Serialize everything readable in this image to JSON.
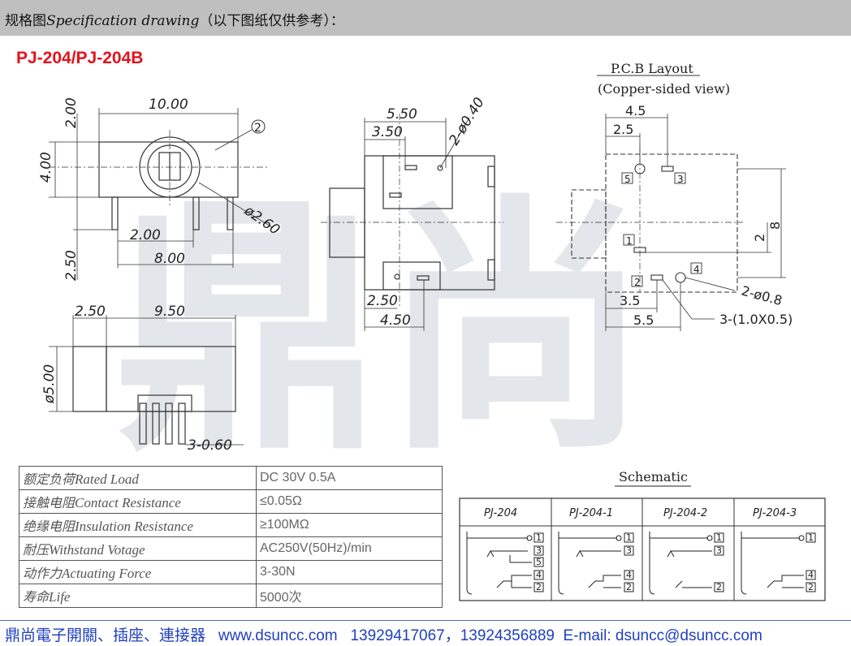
{
  "header": {
    "title_zh": "规格图",
    "title_en": "Specification drawing",
    "note": "（以下图纸仅供参考）："
  },
  "model": "PJ-204/PJ-204B",
  "watermark": "鼎尚",
  "front_view": {
    "dim_width": "10.00",
    "dim_top": "2.00",
    "dim_body": "4.00",
    "dim_bottom": "2.50",
    "dim_pin_span": "2.00",
    "dim_pin_outer": "8.00",
    "dim_hole": "ø2.60",
    "callout": "2"
  },
  "top_view": {
    "dim_a": "5.50",
    "dim_b": "3.50",
    "dim_hole": "2-ø0.40",
    "dim_c": "2.50",
    "dim_d": "4.50"
  },
  "side_view": {
    "dim_head": "2.50",
    "dim_length": "9.50",
    "dim_dia": "ø5.00",
    "dim_pins": "3-0.60"
  },
  "pcb": {
    "title": "P.C.B Layout",
    "subtitle": "(Copper-sided view)",
    "dim_top_a": "4.5",
    "dim_top_b": "2.5",
    "dim_height": "8",
    "dim_mid": "2",
    "dim_hole": "2-ø0.8",
    "dim_bot_a": "3.5",
    "dim_bot_b": "5.5",
    "dim_slots": "3-(1.0X0.5)",
    "pins": [
      "5",
      "3",
      "1",
      "2",
      "4"
    ]
  },
  "specs": [
    {
      "zh": "额定负荷",
      "en": "Rated Load",
      "value": "DC 30V 0.5A"
    },
    {
      "zh": "接触电阻",
      "en": "Contact Resistance",
      "value": "≤0.05Ω"
    },
    {
      "zh": "绝缘电阻",
      "en": "Insulation Resistance",
      "value": "≥100MΩ"
    },
    {
      "zh": "耐压",
      "en": "Withstand Votage",
      "value": "AC250V(50Hz)/min"
    },
    {
      "zh": "动作力",
      "en": "Actuating Force",
      "value": "3-30N"
    },
    {
      "zh": "寿命",
      "en": "Life",
      "value": "5000次"
    }
  ],
  "schematic": {
    "title": "Schematic",
    "columns": [
      {
        "name": "PJ-204",
        "pins": [
          "1",
          "3",
          "5",
          "4",
          "2"
        ]
      },
      {
        "name": "PJ-204-1",
        "pins": [
          "1",
          "3",
          "4",
          "2"
        ]
      },
      {
        "name": "PJ-204-2",
        "pins": [
          "1",
          "3",
          "2"
        ]
      },
      {
        "name": "PJ-204-3",
        "pins": [
          "1",
          "4",
          "2"
        ]
      }
    ]
  },
  "footer": {
    "company": "鼎尚電子開關、插座、連接器",
    "website": "www.dsuncc.com",
    "phones": "13929417067，13924356889",
    "email": "E-mail: dsuncc@dsuncc.com"
  },
  "colors": {
    "model": "#e3121b",
    "footer": "#1f3fbf",
    "header": "#bfbfbf",
    "watermark": "#e3e6ea"
  }
}
